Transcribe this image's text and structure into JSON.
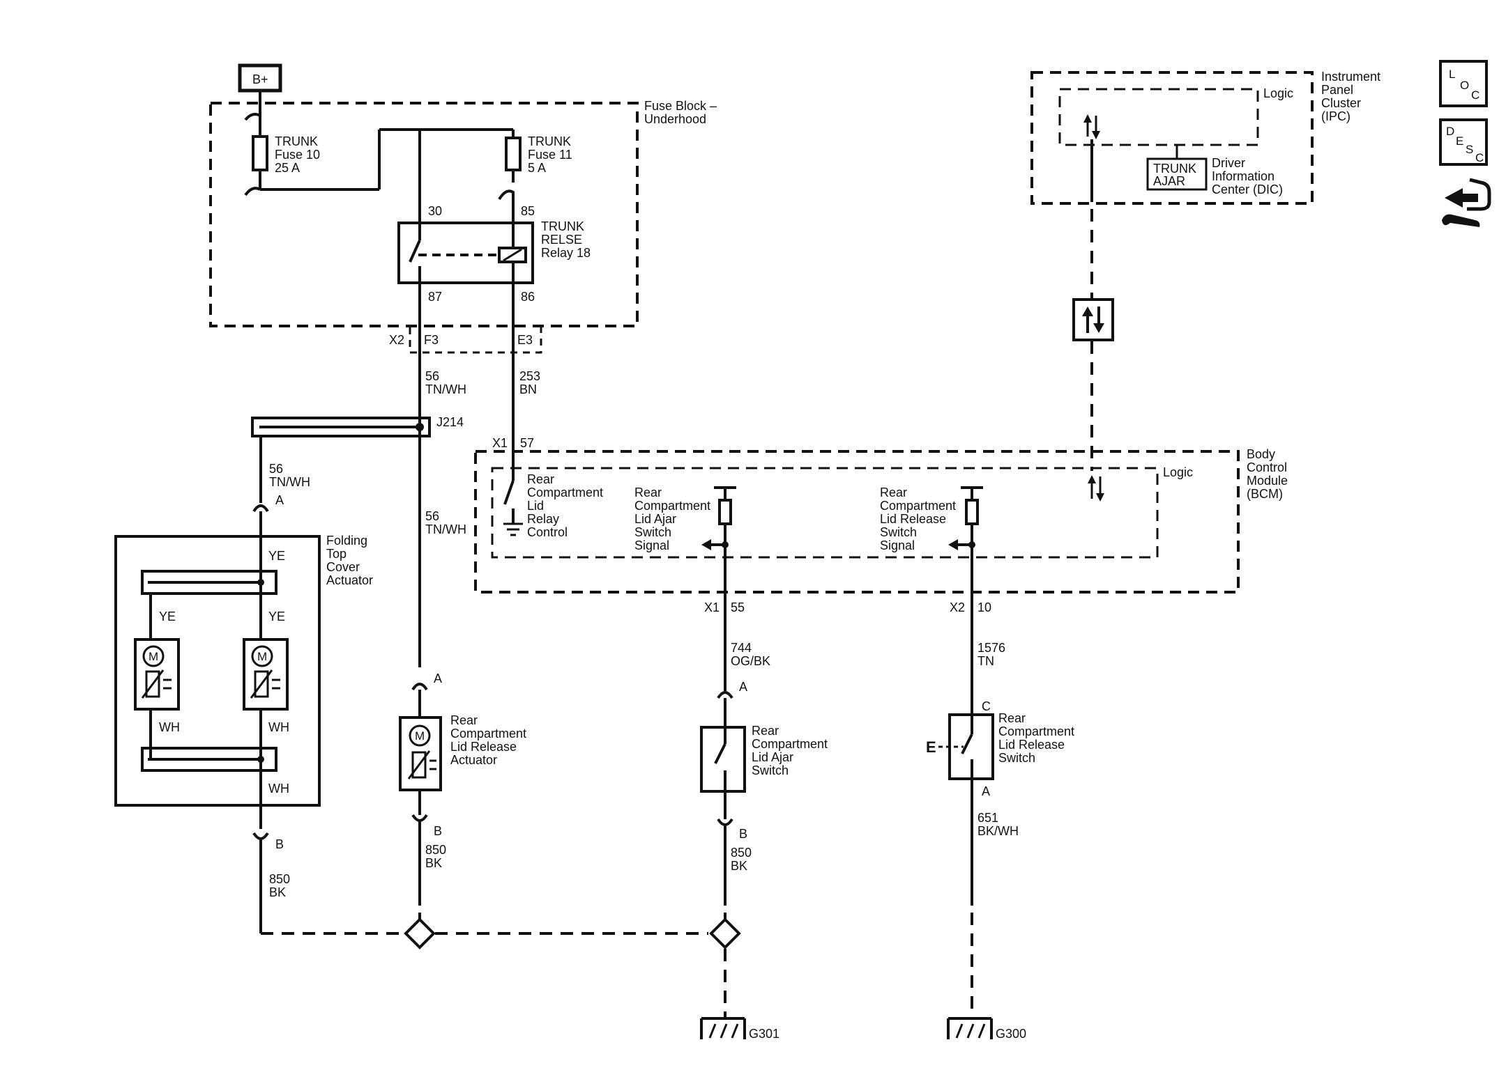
{
  "battery": "B+",
  "fuse_block": {
    "l1": "Fuse Block –",
    "l2": "Underhood"
  },
  "fuse10": {
    "l1": "TRUNK",
    "l2": "Fuse 10",
    "l3": "25 A"
  },
  "fuse11": {
    "l1": "TRUNK",
    "l2": "Fuse 11",
    "l3": "5 A"
  },
  "relay": {
    "l1": "TRUNK",
    "l2": "RELSE",
    "l3": "Relay 18",
    "p30": "30",
    "p85": "85",
    "p87": "87",
    "p86": "86"
  },
  "conn": {
    "x2": "X2",
    "f3": "F3",
    "e3": "E3",
    "x1_57": "X1",
    "p57": "57",
    "x1_55": "X1",
    "p55": "55",
    "x2_10": "X2",
    "p10": "10"
  },
  "wires": {
    "w56a": {
      "n": "56",
      "c": "TN/WH"
    },
    "w253": {
      "n": "253",
      "c": "BN"
    },
    "w56b": {
      "n": "56",
      "c": "TN/WH"
    },
    "w56c": {
      "n": "56",
      "c": "TN/WH"
    },
    "w850a": {
      "n": "850",
      "c": "BK"
    },
    "w850b": {
      "n": "850",
      "c": "BK"
    },
    "w850c": {
      "n": "850",
      "c": "BK"
    },
    "w744": {
      "n": "744",
      "c": "OG/BK"
    },
    "w1576": {
      "n": "1576",
      "c": "TN"
    },
    "w651": {
      "n": "651",
      "c": "BK/WH"
    }
  },
  "splice": "J214",
  "pins": {
    "a": "A",
    "b": "B",
    "c": "C"
  },
  "colors": {
    "ye": "YE",
    "wh": "WH"
  },
  "folding": {
    "l1": "Folding",
    "l2": "Top",
    "l3": "Cover",
    "l4": "Actuator"
  },
  "motor": "M",
  "release_actuator": {
    "l1": "Rear",
    "l2": "Compartment",
    "l3": "Lid Release",
    "l4": "Actuator"
  },
  "ajar_switch": {
    "l1": "Rear",
    "l2": "Compartment",
    "l3": "Lid Ajar",
    "l4": "Switch"
  },
  "release_switch": {
    "l1": "Rear",
    "l2": "Compartment",
    "l3": "Lid Release",
    "l4": "Switch",
    "e": "E"
  },
  "bcm": {
    "l1": "Body",
    "l2": "Control",
    "l3": "Module",
    "l4": "(BCM)",
    "logic": "Logic",
    "relay_ctrl": {
      "l1": "Rear",
      "l2": "Compartment",
      "l3": "Lid",
      "l4": "Relay",
      "l5": "Control"
    },
    "ajar_sig": {
      "l1": "Rear",
      "l2": "Compartment",
      "l3": "Lid Ajar",
      "l4": "Switch",
      "l5": "Signal"
    },
    "release_sig": {
      "l1": "Rear",
      "l2": "Compartment",
      "l3": "Lid Release",
      "l4": "Switch",
      "l5": "Signal"
    }
  },
  "ipc": {
    "l1": "Instrument",
    "l2": "Panel",
    "l3": "Cluster",
    "l4": "(IPC)",
    "logic": "Logic",
    "trunk": "TRUNK",
    "ajar": "AJAR",
    "dic1": "Driver",
    "dic2": "Information",
    "dic3": "Center (DIC)"
  },
  "grounds": {
    "g301": "G301",
    "g300": "G300"
  },
  "nav": {
    "loc_l": "L",
    "loc_o": "O",
    "loc_c": "C",
    "desc_d": "D",
    "desc_e": "E",
    "desc_s": "S",
    "desc_c": "C"
  }
}
